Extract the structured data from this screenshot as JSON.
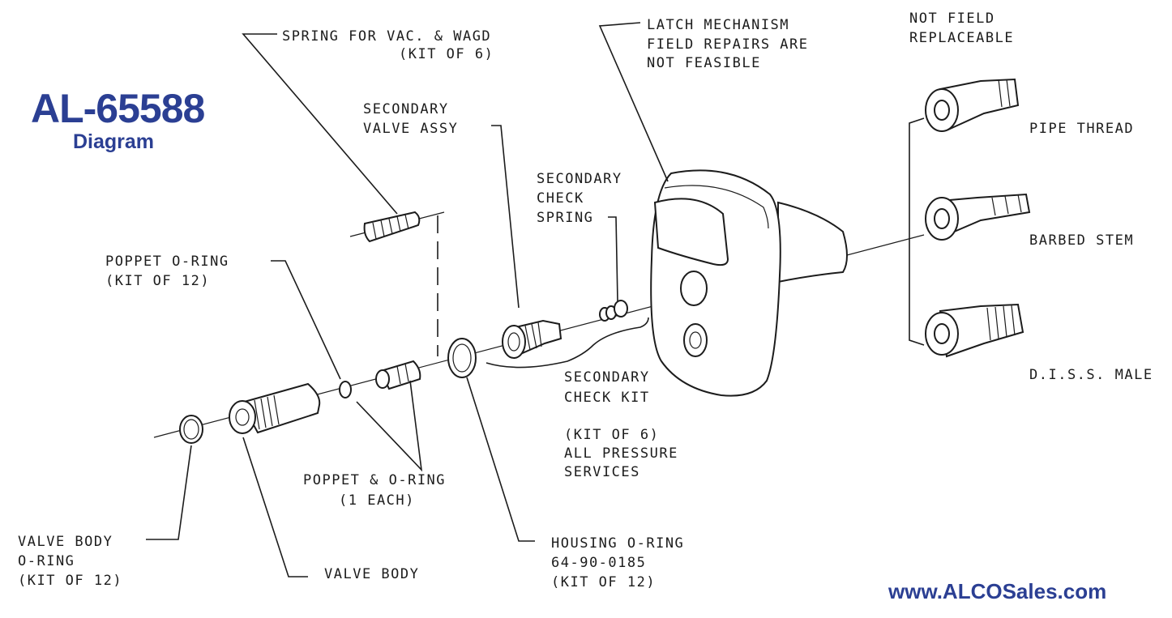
{
  "brand": {
    "code": "AL-65588",
    "subtitle": "Diagram",
    "url": "www.ALCOSales.com",
    "color": "#2b3f93"
  },
  "labels": {
    "spring": [
      "SPRING FOR VAC. & WAGD",
      "(KIT OF 6)"
    ],
    "latch": [
      "LATCH MECHANISM",
      "FIELD REPAIRS ARE",
      "NOT FEASIBLE"
    ],
    "not_field": [
      "NOT FIELD",
      "REPLACEABLE"
    ],
    "secondary_valve": [
      "SECONDARY",
      "VALVE ASSY"
    ],
    "secondary_check_spring": [
      "SECONDARY",
      "CHECK",
      "SPRING"
    ],
    "pipe_thread": "PIPE THREAD",
    "barbed_stem": "BARBED STEM",
    "diss_male": "D.I.S.S. MALE",
    "poppet_oring": [
      "POPPET O-RING",
      "(KIT OF 12)"
    ],
    "secondary_check_kit": [
      "SECONDARY",
      "CHECK KIT"
    ],
    "kit_pressure": [
      "(KIT OF 6)",
      "ALL PRESSURE",
      "SERVICES"
    ],
    "poppet_and_oring": [
      "POPPET & O-RING",
      "(1 EACH)"
    ],
    "valve_body_oring": [
      "VALVE BODY",
      "O-RING",
      "(KIT OF 12)"
    ],
    "valve_body": "VALVE BODY",
    "housing_oring": [
      "HOUSING O-RING",
      "64-90-0185",
      "(KIT OF 12)"
    ]
  }
}
